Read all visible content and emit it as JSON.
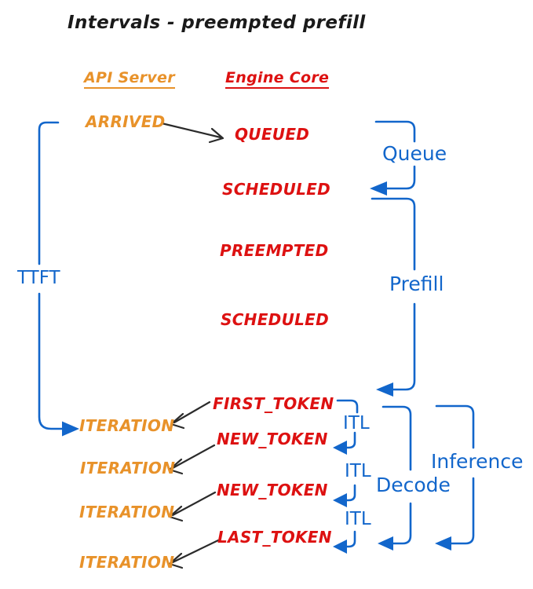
{
  "title": "Intervals - preempted prefill",
  "columns": {
    "api_server": "API Server",
    "engine_core": "Engine Core"
  },
  "api_events": {
    "arrived": "ARRIVED",
    "iteration1": "ITERATION",
    "iteration2": "ITERATION",
    "iteration3": "ITERATION",
    "iteration4": "ITERATION"
  },
  "engine_events": {
    "queued": "QUEUED",
    "scheduled1": "SCHEDULED",
    "preempted": "PREEMPTED",
    "scheduled2": "SCHEDULED",
    "first_token": "FIRST_TOKEN",
    "new_token1": "NEW_TOKEN",
    "new_token2": "NEW_TOKEN",
    "last_token": "LAST_TOKEN"
  },
  "intervals": {
    "ttft": "TTFT",
    "queue": "Queue",
    "prefill": "Prefill",
    "itl1": "ITL",
    "itl2": "ITL",
    "itl3": "ITL",
    "decode": "Decode",
    "inference": "Inference"
  },
  "colors": {
    "api_orange": "#E8922A",
    "engine_red": "#DD1111",
    "interval_blue": "#1266CB",
    "arrow_black": "#2B2B2B"
  }
}
